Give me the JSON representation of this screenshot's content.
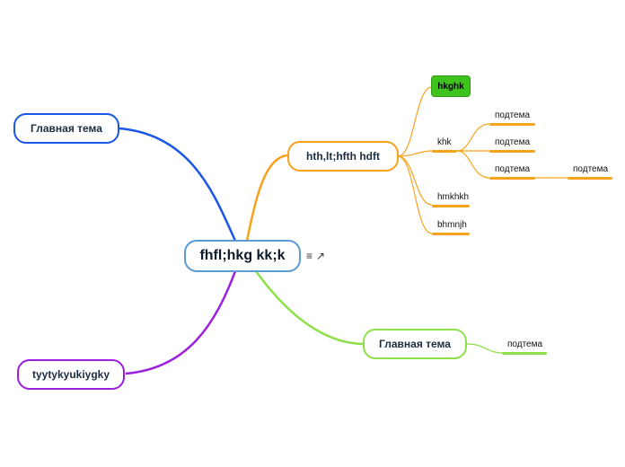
{
  "root": {
    "label": "fhfl;hkg kk;k"
  },
  "root_icons": {
    "notes": "≡",
    "link": "↗"
  },
  "branches": [
    {
      "label": "hth,lt;hfth hdft",
      "color": "#f7a21b",
      "children": [
        {
          "label": "hkghk",
          "highlight_color": "#3ec21c"
        },
        {
          "label": "khk",
          "children": [
            {
              "label": "подтема"
            },
            {
              "label": "подтема"
            },
            {
              "label": "подтема",
              "children": [
                {
                  "label": "подтема"
                }
              ]
            }
          ]
        },
        {
          "label": "hmkhkh"
        },
        {
          "label": "bhmnjh"
        }
      ]
    },
    {
      "label": "Главная тема",
      "color": "#8de04a",
      "children": [
        {
          "label": "подтема"
        }
      ]
    },
    {
      "label": "Главная тема",
      "color": "#1a56e8",
      "children": []
    },
    {
      "label": "tyytykyukiygky",
      "color": "#9b1fe0",
      "children": []
    }
  ]
}
